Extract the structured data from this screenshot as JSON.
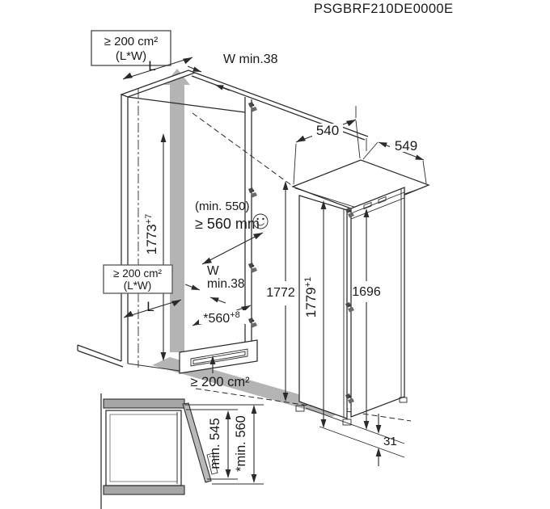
{
  "title": "PSGBRF210DE0000E",
  "colors": {
    "line": "#2b2b2b",
    "airflow_gray": "#b4b4b4",
    "wall_gray": "#a6a6a6",
    "text": "#1a1a1a",
    "background": "#ffffff"
  },
  "niche": {
    "top_vent": {
      "line1": "≥ 200 cm²",
      "line2": "(L*W)"
    },
    "mid_vent": {
      "line1": "≥ 200 cm²",
      "line2": "(L*W)"
    },
    "bottom_vent": "≥ 200 cm²",
    "length_top": "L",
    "length_bottom": "L",
    "sidewall_top": "W min.38",
    "sidewall_mid": {
      "line1": "W",
      "line2": "min.38"
    },
    "depth_note": "(min. 550)",
    "depth_value": "≥ 560 mm",
    "height": {
      "value": "1773",
      "tol": "+7"
    },
    "inner_height": "1772",
    "bottom_width": {
      "value": "*560",
      "tol": "+8"
    }
  },
  "appliance": {
    "width": "540",
    "depth": "549",
    "niche_height": {
      "value": "1779",
      "tol": "+1"
    },
    "door_height": "1696",
    "plinth_height": "31"
  },
  "top_view": {
    "door_min": "min. 545",
    "door_rec": "*min. 560"
  }
}
